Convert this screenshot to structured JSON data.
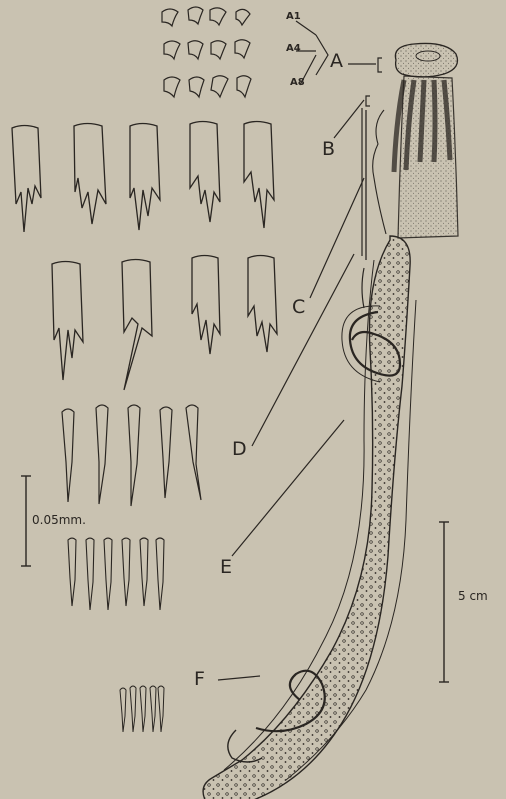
{
  "plate": {
    "labels": {
      "a": "A",
      "a1": "A1",
      "a4": "A4",
      "a8": "A8",
      "b": "B",
      "c": "C",
      "d": "D",
      "e": "E",
      "f": "F"
    },
    "scale_micro": "0.05mm.",
    "scale_macro": "5 cm"
  },
  "colors": {
    "paper": "#c9c2b1",
    "ink": "#2a2622"
  }
}
